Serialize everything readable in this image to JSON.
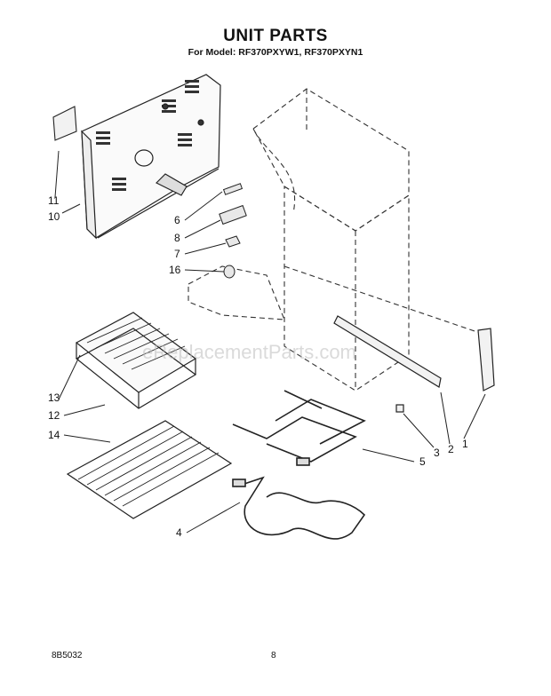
{
  "header": {
    "title": "UNIT PARTS",
    "subtitle": "For Model: RF370PXYW1, RF370PXYN1"
  },
  "watermark": "eReplacementParts.com",
  "callouts": [
    "11",
    "10",
    "6",
    "8",
    "7",
    "16",
    "13",
    "12",
    "14",
    "4",
    "5",
    "3",
    "2",
    "1"
  ],
  "footer": {
    "doc_number": "8B5032",
    "page_number": "8"
  },
  "colors": {
    "line": "#222222",
    "watermark": "#bdbdbd"
  }
}
